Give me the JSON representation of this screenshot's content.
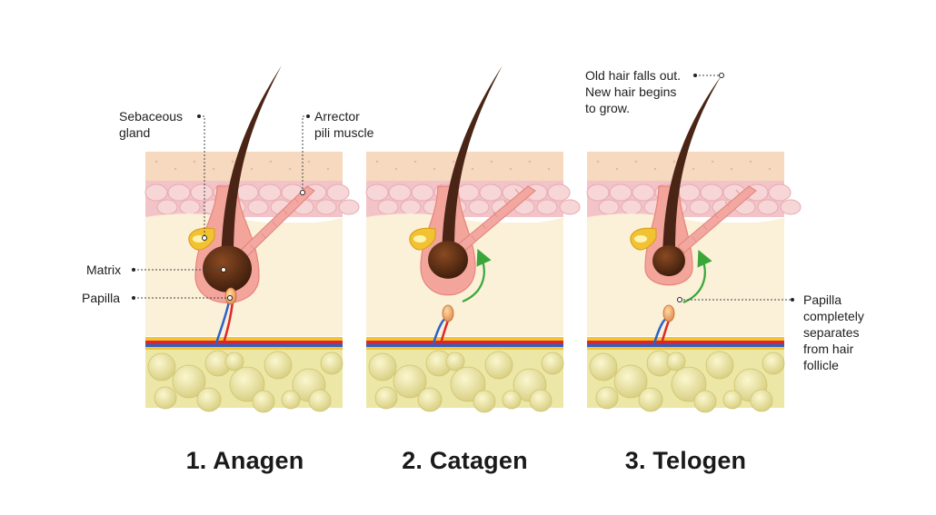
{
  "stages": [
    {
      "number": "1.",
      "name": "Anagen",
      "title": "1. Anagen"
    },
    {
      "number": "2.",
      "name": "Catagen",
      "title": "2. Catagen"
    },
    {
      "number": "3.",
      "name": "Telogen",
      "title": "3. Telogen"
    }
  ],
  "labels": {
    "sebaceous_gland": "Sebaceous\ngland",
    "arrector_pili": "Arrector\npili muscle",
    "matrix": "Matrix",
    "papilla": "Papilla",
    "old_hair": "Old hair falls out.\nNew hair begins\nto grow.",
    "papilla_separates": "Papilla\ncompletely\nseparates\nfrom hair\nfollicle"
  },
  "colors": {
    "epidermis": "#f6d9bf",
    "dermis_top": "#f2c4c8",
    "dermis": "#fbf0d8",
    "fat": "#ece7a6",
    "follicle": "#f3a59c",
    "hair": "#4a2414",
    "bulb": "#5b2a12",
    "artery": "#e0252a",
    "vein": "#2b62c9",
    "arrow": "#3aa63a"
  },
  "icons": [
    "hair-follicle-anagen",
    "hair-follicle-catagen",
    "hair-follicle-telogen",
    "growth-arrow-icon"
  ]
}
